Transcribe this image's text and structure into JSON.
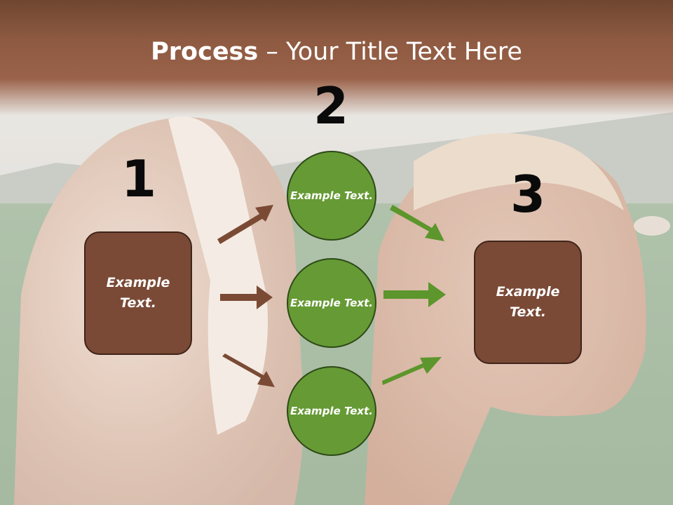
{
  "slide": {
    "title_bold": "Process",
    "title_rest": " – Your Title Text Here"
  },
  "steps": {
    "one": {
      "number": "1",
      "text": "Example Text."
    },
    "two": {
      "number": "2",
      "items": [
        {
          "text": "Example Text."
        },
        {
          "text": "Example Text."
        },
        {
          "text": "Example Text."
        }
      ]
    },
    "three": {
      "number": "3",
      "text": "Example Text."
    }
  },
  "colors": {
    "brown": "#7a4a36",
    "green": "#669a35",
    "arrow_brown": "#7b4a35",
    "arrow_green": "#5c962c"
  }
}
